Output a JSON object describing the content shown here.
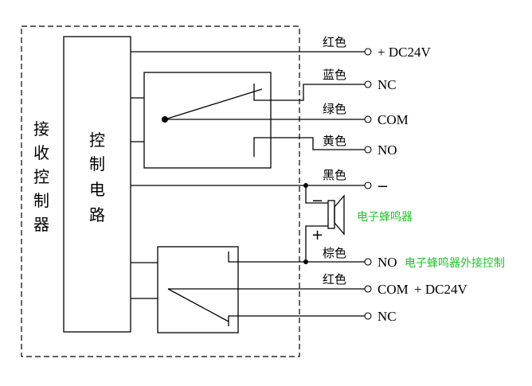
{
  "receiver_label": [
    "接",
    "收",
    "控",
    "制",
    "器"
  ],
  "control_circuit_label": [
    "控",
    "制",
    "电",
    "路"
  ],
  "wires": {
    "red_top": {
      "color_label": "红色",
      "terminal": "+ DC24V"
    },
    "blue": {
      "color_label": "蓝色",
      "terminal": "NC"
    },
    "green": {
      "color_label": "绿色",
      "terminal": "COM"
    },
    "yellow": {
      "color_label": "黄色",
      "terminal": "NO"
    },
    "black": {
      "color_label": "黑色",
      "terminal": "−"
    },
    "brown": {
      "color_label": "棕色",
      "terminal": "NO"
    },
    "red_bottom": {
      "color_label": "红色",
      "terminal": "COM",
      "extra": "+ DC24V"
    },
    "nc_bottom": {
      "terminal": "NC"
    }
  },
  "buzzer": {
    "label": "电子蜂鸣器",
    "minus": "−",
    "plus": "+",
    "external_control_label": "电子蜂鸣器外接控制"
  },
  "colors": {
    "line": "#000000",
    "annotation": "#22c22a"
  }
}
